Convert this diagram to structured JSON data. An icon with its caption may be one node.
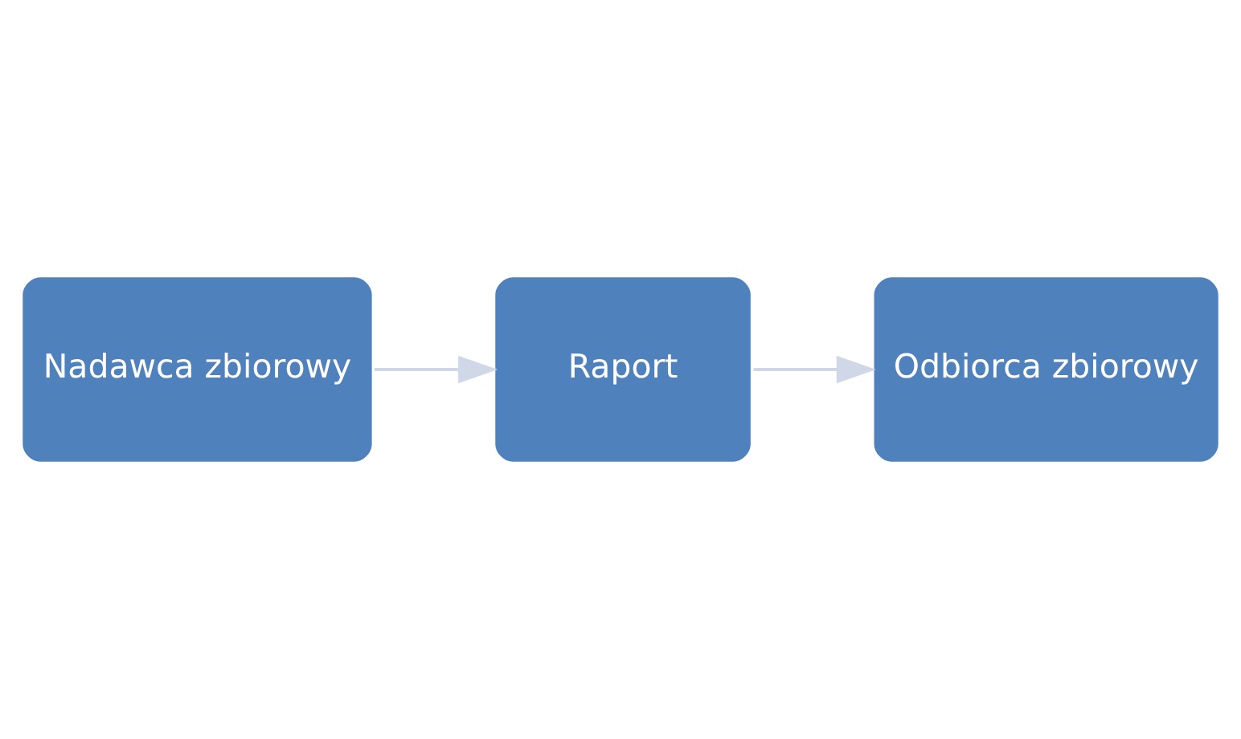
{
  "diagram": {
    "nodes": [
      {
        "text": [
          "Nadawca zbiorowy"
        ]
      },
      {
        "text": [
          "Raport"
        ]
      },
      {
        "text": [
          "Odbiorca zbiorowy"
        ]
      }
    ],
    "edges": [
      {
        "from": 0,
        "to": 1,
        "arrow": "to"
      },
      {
        "from": 1,
        "to": 2,
        "arrow": "to"
      }
    ]
  }
}
